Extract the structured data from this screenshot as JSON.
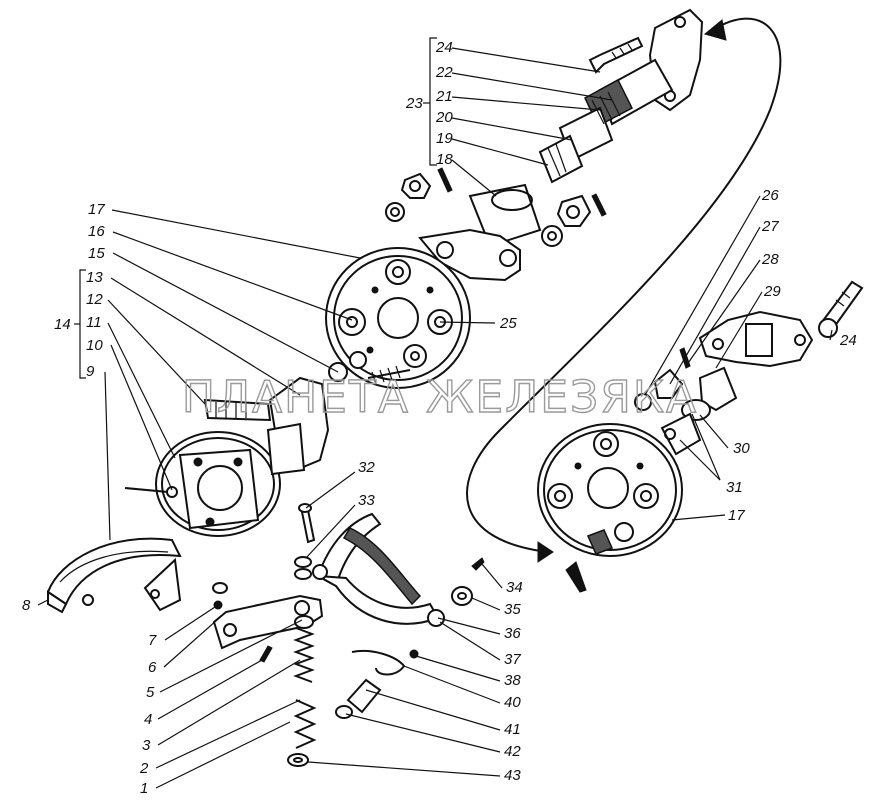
{
  "watermark": "ПЛАНЕТА ЖЕЛЕЗЯКА",
  "labels": {
    "l1": "1",
    "l2": "2",
    "l3": "3",
    "l4": "4",
    "l5": "5",
    "l6": "6",
    "l7": "7",
    "l8": "8",
    "l9": "9",
    "l10": "10",
    "l11": "11",
    "l12": "12",
    "l13": "13",
    "l14": "14",
    "l15": "15",
    "l16": "16",
    "l17a": "17",
    "l17b": "17",
    "l18": "18",
    "l19": "19",
    "l20": "20",
    "l21": "21",
    "l22": "22",
    "l23": "23",
    "l24a": "24",
    "l24b": "24",
    "l25": "25",
    "l26": "26",
    "l27": "27",
    "l28": "28",
    "l29": "29",
    "l30": "30",
    "l31": "31",
    "l32": "32",
    "l33": "33",
    "l34": "34",
    "l35": "35",
    "l36": "36",
    "l37": "37",
    "l38": "38",
    "l40": "40",
    "l41": "41",
    "l42": "42",
    "l43": "43"
  }
}
